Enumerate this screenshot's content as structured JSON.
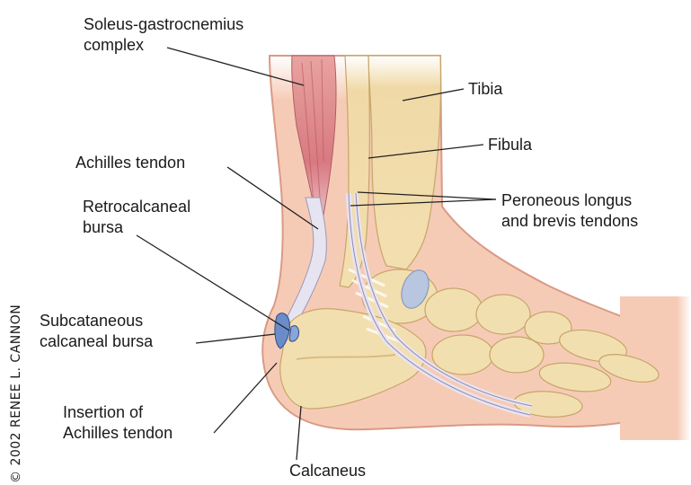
{
  "labels": {
    "soleus": [
      "Soleus-gastrocnemius",
      "complex"
    ],
    "tibia": [
      "Tibia"
    ],
    "fibula": [
      "Fibula"
    ],
    "achilles": [
      "Achilles tendon"
    ],
    "peroneus": [
      "Peroneous longus",
      "and brevis tendons"
    ],
    "retro": [
      "Retrocalcaneal",
      "bursa"
    ],
    "subcut": [
      "Subcataneous",
      "calcaneal bursa"
    ],
    "insertion": [
      "Insertion of",
      "Achilles tendon"
    ],
    "calcaneus": [
      "Calcaneus"
    ]
  },
  "copyright": "© 2002 RENEE L. CANNON",
  "colors": {
    "skin": "#f6cbb6",
    "skin_edge": "#d99a86",
    "bone": "#f2dfb0",
    "bone_shade": "#d8bb80",
    "muscle": "#d87a80",
    "tendon": "#e4e2ee",
    "bursa": "#6a8cc8",
    "leader": "#222222"
  }
}
